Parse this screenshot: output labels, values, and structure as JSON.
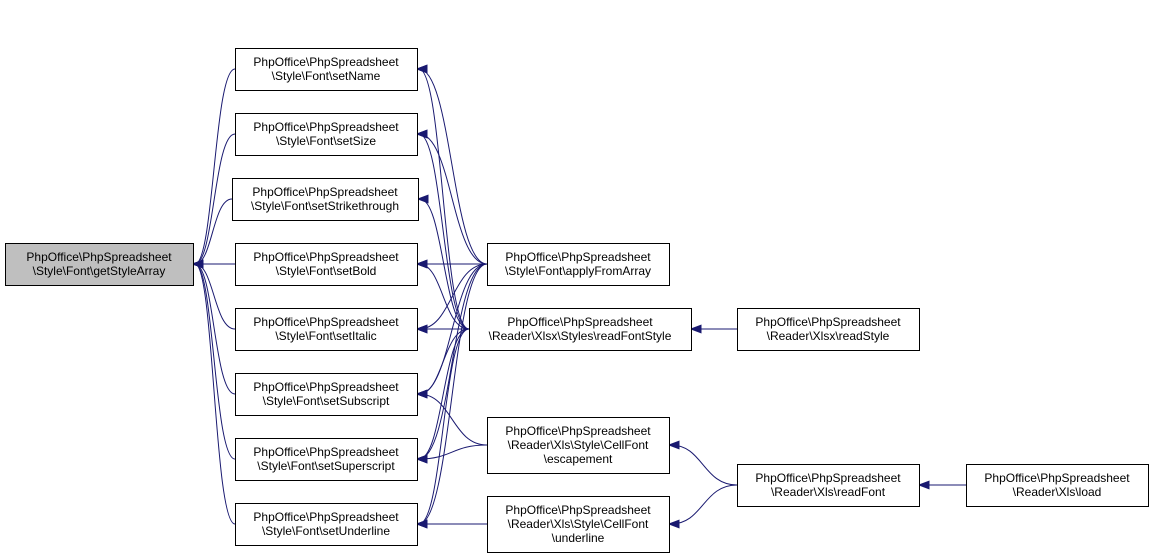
{
  "colors": {
    "edge": "#191970",
    "root_fill": "#bfbfbf",
    "node_fill": "#ffffff"
  },
  "nodes": [
    {
      "id": "getStyleArray",
      "root": true,
      "lines": [
        "PhpOffice\\PhpSpreadsheet",
        "\\Style\\Font\\getStyleArray"
      ]
    },
    {
      "id": "setName",
      "lines": [
        "PhpOffice\\PhpSpreadsheet",
        "\\Style\\Font\\setName"
      ]
    },
    {
      "id": "setSize",
      "lines": [
        "PhpOffice\\PhpSpreadsheet",
        "\\Style\\Font\\setSize"
      ]
    },
    {
      "id": "setStrikethrough",
      "lines": [
        "PhpOffice\\PhpSpreadsheet",
        "\\Style\\Font\\setStrikethrough"
      ]
    },
    {
      "id": "setBold",
      "lines": [
        "PhpOffice\\PhpSpreadsheet",
        "\\Style\\Font\\setBold"
      ]
    },
    {
      "id": "setItalic",
      "lines": [
        "PhpOffice\\PhpSpreadsheet",
        "\\Style\\Font\\setItalic"
      ]
    },
    {
      "id": "setSubscript",
      "lines": [
        "PhpOffice\\PhpSpreadsheet",
        "\\Style\\Font\\setSubscript"
      ]
    },
    {
      "id": "setSuperscript",
      "lines": [
        "PhpOffice\\PhpSpreadsheet",
        "\\Style\\Font\\setSuperscript"
      ]
    },
    {
      "id": "setUnderline",
      "lines": [
        "PhpOffice\\PhpSpreadsheet",
        "\\Style\\Font\\setUnderline"
      ]
    },
    {
      "id": "applyFromArray",
      "lines": [
        "PhpOffice\\PhpSpreadsheet",
        "\\Style\\Font\\applyFromArray"
      ]
    },
    {
      "id": "readFontStyle",
      "lines": [
        "PhpOffice\\PhpSpreadsheet",
        "\\Reader\\Xlsx\\Styles\\readFontStyle"
      ]
    },
    {
      "id": "escapement",
      "lines": [
        "PhpOffice\\PhpSpreadsheet",
        "\\Reader\\Xls\\Style\\CellFont",
        "\\escapement"
      ]
    },
    {
      "id": "underline",
      "lines": [
        "PhpOffice\\PhpSpreadsheet",
        "\\Reader\\Xls\\Style\\CellFont",
        "\\underline"
      ]
    },
    {
      "id": "readStyle",
      "lines": [
        "PhpOffice\\PhpSpreadsheet",
        "\\Reader\\Xlsx\\readStyle"
      ]
    },
    {
      "id": "readFont",
      "lines": [
        "PhpOffice\\PhpSpreadsheet",
        "\\Reader\\Xls\\readFont"
      ]
    },
    {
      "id": "load",
      "lines": [
        "PhpOffice\\PhpSpreadsheet",
        "\\Reader\\Xls\\load"
      ]
    }
  ],
  "edges": [
    {
      "from": "setName",
      "to": "getStyleArray"
    },
    {
      "from": "setSize",
      "to": "getStyleArray"
    },
    {
      "from": "setStrikethrough",
      "to": "getStyleArray"
    },
    {
      "from": "setBold",
      "to": "getStyleArray"
    },
    {
      "from": "setItalic",
      "to": "getStyleArray"
    },
    {
      "from": "setSubscript",
      "to": "getStyleArray"
    },
    {
      "from": "setSuperscript",
      "to": "getStyleArray"
    },
    {
      "from": "setUnderline",
      "to": "getStyleArray"
    },
    {
      "from": "applyFromArray",
      "to": "getStyleArray"
    },
    {
      "from": "applyFromArray",
      "to": "setName"
    },
    {
      "from": "applyFromArray",
      "to": "setSize"
    },
    {
      "from": "applyFromArray",
      "to": "setBold"
    },
    {
      "from": "applyFromArray",
      "to": "setItalic"
    },
    {
      "from": "applyFromArray",
      "to": "setSubscript"
    },
    {
      "from": "applyFromArray",
      "to": "setSuperscript"
    },
    {
      "from": "applyFromArray",
      "to": "setUnderline"
    },
    {
      "from": "readFontStyle",
      "to": "setName"
    },
    {
      "from": "readFontStyle",
      "to": "setSize"
    },
    {
      "from": "readFontStyle",
      "to": "setStrikethrough"
    },
    {
      "from": "readFontStyle",
      "to": "setBold"
    },
    {
      "from": "readFontStyle",
      "to": "setItalic"
    },
    {
      "from": "readFontStyle",
      "to": "setSubscript"
    },
    {
      "from": "readFontStyle",
      "to": "setSuperscript"
    },
    {
      "from": "readFontStyle",
      "to": "setUnderline"
    },
    {
      "from": "escapement",
      "to": "setSubscript"
    },
    {
      "from": "escapement",
      "to": "setSuperscript"
    },
    {
      "from": "underline",
      "to": "setUnderline"
    },
    {
      "from": "readStyle",
      "to": "readFontStyle"
    },
    {
      "from": "readFont",
      "to": "escapement"
    },
    {
      "from": "readFont",
      "to": "underline"
    },
    {
      "from": "load",
      "to": "readFont"
    }
  ]
}
